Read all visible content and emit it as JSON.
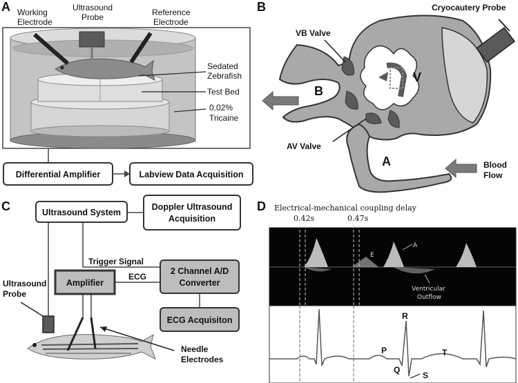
{
  "panels": {
    "a": "A",
    "b": "B",
    "c": "C",
    "d": "D"
  },
  "panel_a": {
    "working_electrode": [
      "Working",
      "Electrode"
    ],
    "ultrasound_probe": [
      "Ultrasound",
      "Probe"
    ],
    "reference_electrode": [
      "Reference",
      "Electrode"
    ],
    "sedated_zebrafish": [
      "Sedated",
      "Zebrafish"
    ],
    "test_bed": "Test Bed",
    "tricaine": [
      "0.02%",
      "Tricaine"
    ],
    "differential_amplifier": "Differential Amplifier",
    "labview": "Labview Data Acquisition"
  },
  "panel_b": {
    "cryocautery_probe": "Cryocautery Probe",
    "vb_valve": "VB Valve",
    "av_valve": "AV Valve",
    "chamber_b": "B",
    "chamber_v": "V",
    "chamber_a": "A",
    "blood_flow": [
      "Blood",
      "Flow"
    ]
  },
  "panel_c": {
    "ultrasound_system": "Ultrasound System",
    "doppler": [
      "Doppler Ultrasound",
      "Acquisition"
    ],
    "trigger_signal": "Trigger Signal",
    "converter": [
      "2 Channel A/D",
      "Converter"
    ],
    "ultrasound_probe": [
      "Ultrasound",
      "Probe"
    ],
    "amplifier": "Amplifier",
    "ecg": "ECG",
    "ecg_acquisition": "ECG Acquisiton",
    "needle_electrodes": [
      "Needle",
      "Electrodes"
    ]
  },
  "panel_d": {
    "title": "Electrical-mechanical coupling delay",
    "delay_1": "0.42s",
    "delay_2": "0.47s",
    "e_wave": "E",
    "a_wave": "A",
    "ventricular_outflow": [
      "Ventricular",
      "Outflow"
    ],
    "p": "P",
    "q": "Q",
    "r": "R",
    "s": "S",
    "t": "T"
  },
  "colors": {
    "arrow_fill": "#7a7a7a",
    "heart_tissue": "#a9a9a9",
    "box_gray": "#bdbdbd",
    "doppler_bg": "#050505"
  }
}
